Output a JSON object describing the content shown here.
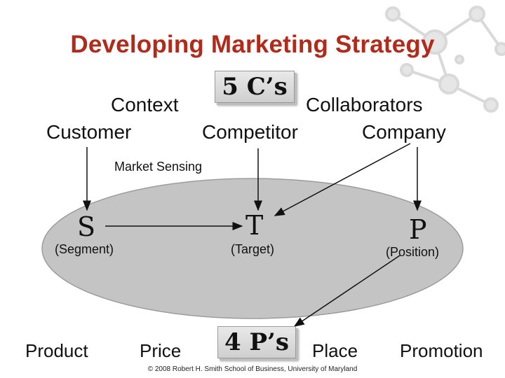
{
  "title": "Developing Marketing Strategy",
  "five_cs": {
    "label": "5 C’s",
    "context": "Context",
    "collaborators": "Collaborators",
    "customer": "Customer",
    "competitor": "Competitor",
    "company": "Company"
  },
  "market_sensing": "Market Sensing",
  "stp": {
    "s": "S",
    "s_label": "(Segment)",
    "t": "T",
    "t_label": "(Target)",
    "p": "P",
    "p_label": "(Position)"
  },
  "four_ps": {
    "label": "4 P’s",
    "product": "Product",
    "price": "Price",
    "place": "Place",
    "promotion": "Promotion"
  },
  "footer": "© 2008 Robert H. Smith School of Business, University of Maryland",
  "colors": {
    "title": "#b22a1a",
    "ellipse": "#c4c4c4"
  }
}
